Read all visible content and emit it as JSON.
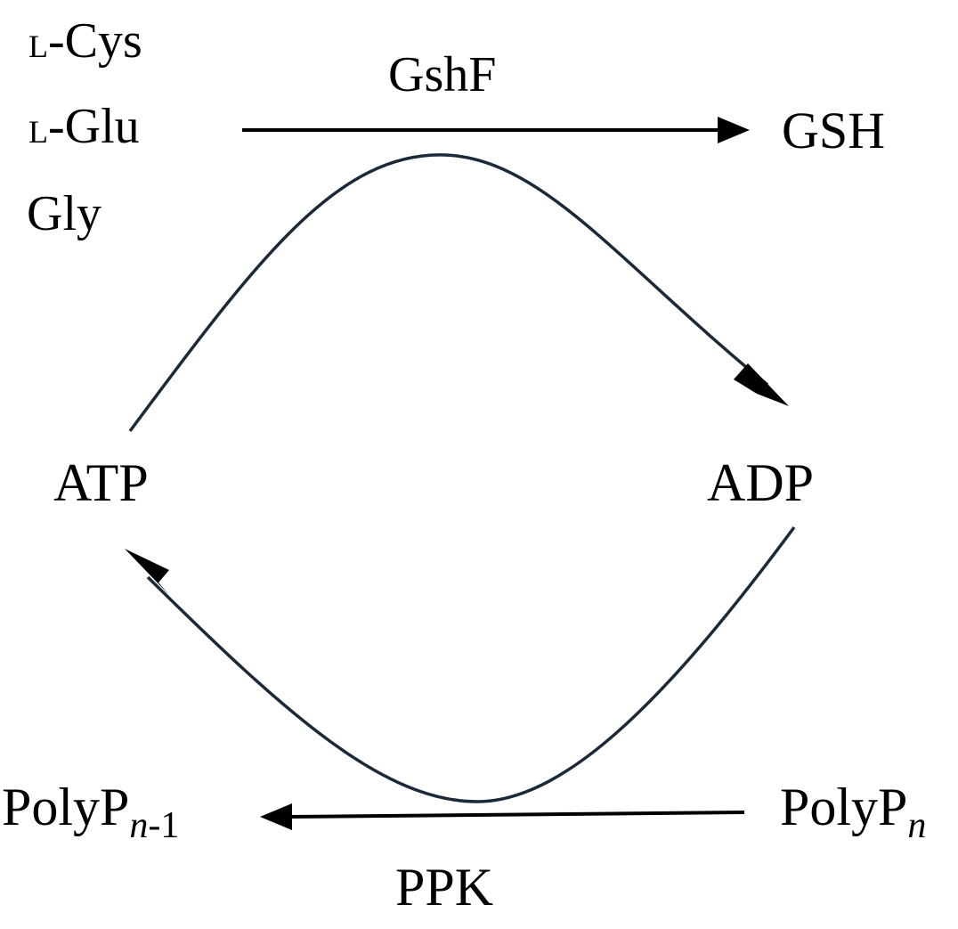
{
  "substrates": {
    "cys_prefix": "L",
    "cys_name": "-Cys",
    "glu_prefix": "L",
    "glu_name": "-Glu",
    "gly": "Gly"
  },
  "reaction_top": {
    "enzyme": "GshF",
    "product": "GSH"
  },
  "cycle": {
    "atp": "ATP",
    "adp": "ADP"
  },
  "reaction_bottom": {
    "enzyme": "PPK",
    "substrate_base": "PolyP",
    "substrate_sub": "n",
    "product_base": "PolyP",
    "product_sub_italic": "n",
    "product_sub_rest": "-1"
  },
  "colors": {
    "straight_arrow": "#000000",
    "curved_arrow": "#1a2a38",
    "text": "#000000"
  }
}
